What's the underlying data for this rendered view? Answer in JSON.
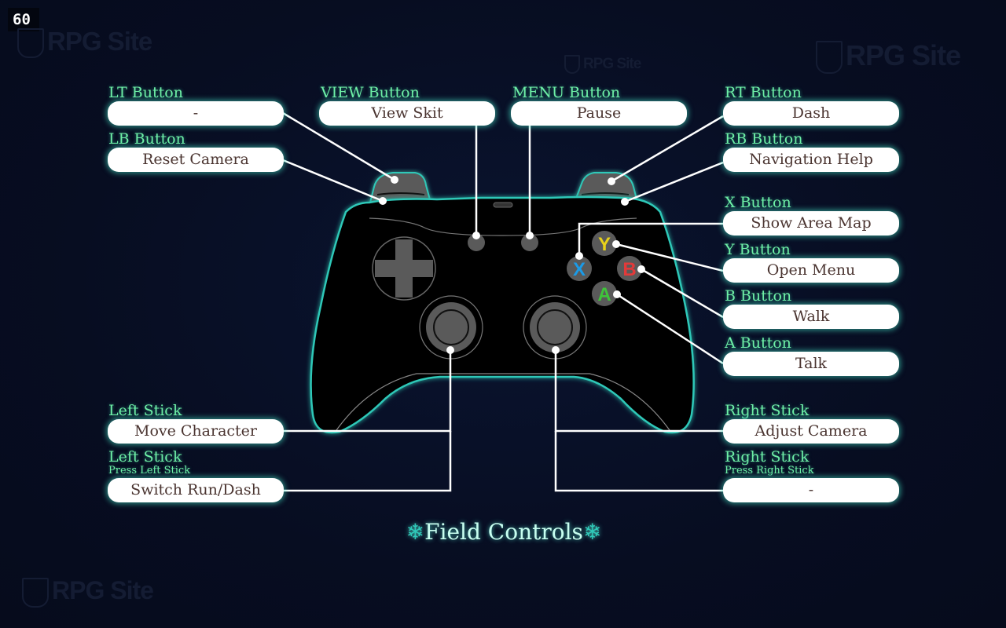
{
  "fps_counter": "60",
  "watermark": "RPG Site",
  "title": {
    "text": "Field Controls",
    "decoration_icon": "snowflake-icon"
  },
  "face_button_glyphs": {
    "x": {
      "letter": "X",
      "color": "#1a9be8"
    },
    "y": {
      "letter": "Y",
      "color": "#e8d21a"
    },
    "b": {
      "letter": "B",
      "color": "#e23a3a"
    },
    "a": {
      "letter": "A",
      "color": "#3fc43a"
    }
  },
  "colors": {
    "label_green": "#6ff0a6",
    "box_text": "#4a3430",
    "glow": "#46e6c8",
    "controller_body": "#000000",
    "controller_parts": "#5a5a5a",
    "background": "#070d21"
  },
  "mappings": {
    "lt": {
      "label": "LT Button",
      "action": "-"
    },
    "lb": {
      "label": "LB Button",
      "action": "Reset Camera"
    },
    "view": {
      "label": "VIEW Button",
      "action": "View Skit"
    },
    "menu": {
      "label": "MENU Button",
      "action": "Pause"
    },
    "rt": {
      "label": "RT Button",
      "action": "Dash"
    },
    "rb": {
      "label": "RB Button",
      "action": "Navigation Help"
    },
    "x": {
      "label": "X Button",
      "action": "Show Area Map"
    },
    "y": {
      "label": "Y Button",
      "action": "Open Menu"
    },
    "b": {
      "label": "B Button",
      "action": "Walk"
    },
    "a": {
      "label": "A Button",
      "action": "Talk"
    },
    "ls": {
      "label": "Left Stick",
      "action": "Move Character"
    },
    "ls_press": {
      "label": "Left Stick",
      "sublabel": "Press Left Stick",
      "action": "Switch Run/Dash"
    },
    "rs": {
      "label": "Right Stick",
      "action": "Adjust Camera"
    },
    "rs_press": {
      "label": "Right Stick",
      "sublabel": "Press Right Stick",
      "action": "-"
    }
  }
}
